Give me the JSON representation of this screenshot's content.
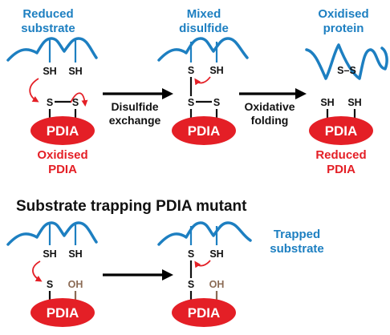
{
  "labels": {
    "reduced_substrate": [
      "Reduced",
      "substrate"
    ],
    "mixed_disulfide": [
      "Mixed",
      "disulfide"
    ],
    "oxidised_protein": [
      "Oxidised",
      "protein"
    ],
    "oxidised_pdia": [
      "Oxidised",
      "PDIA"
    ],
    "reduced_pdia": [
      "Reduced",
      "PDIA"
    ],
    "disulfide_exchange": [
      "Disulfide",
      "exchange"
    ],
    "oxidative_folding": [
      "Oxidative",
      "folding"
    ],
    "trapped_substrate": [
      "Trapped",
      "substrate"
    ],
    "section_title": "Substrate trapping PDIA mutant"
  },
  "atoms": {
    "sh": "SH",
    "s": "S",
    "ss": "S–S",
    "oh": "OH"
  },
  "enzyme": "PDIA",
  "colors": {
    "substrate": "#1d7fc1",
    "enzyme": "#e41f26",
    "hydroxyl": "#8b6b55",
    "arrow": "#000000"
  }
}
